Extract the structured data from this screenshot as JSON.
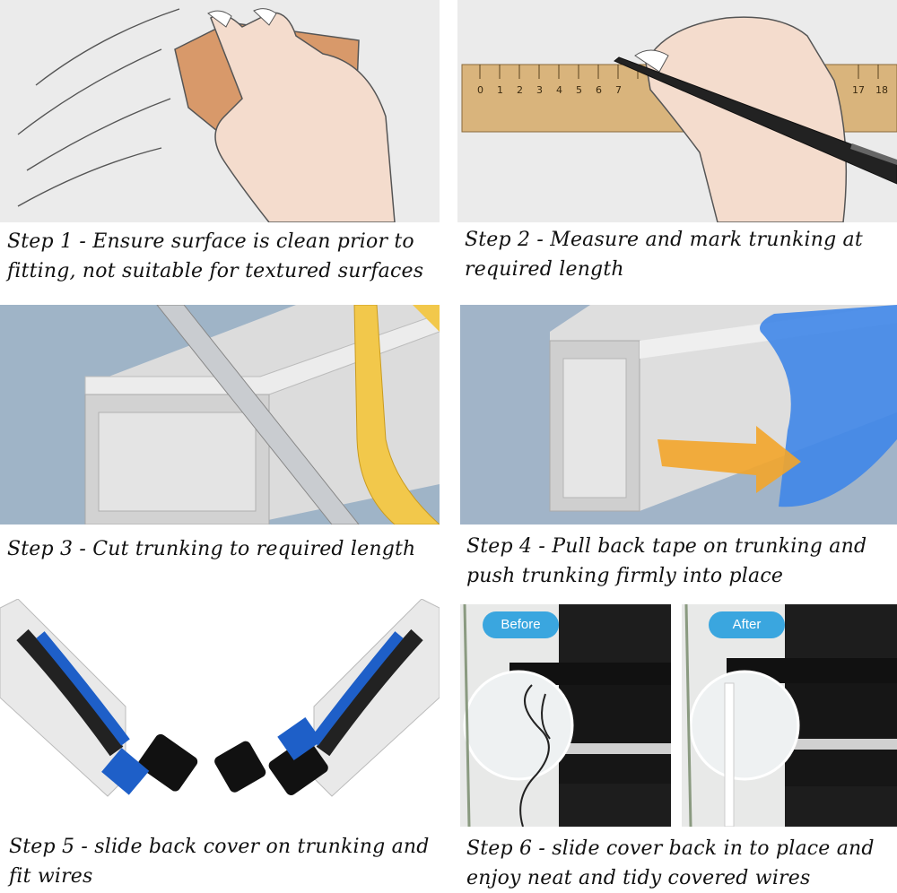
{
  "steps": [
    {
      "caption": "Step 1 - Ensure surface is clean prior to fitting, not suitable for textured surfaces"
    },
    {
      "caption": "Step 2 - Measure and mark trunking at required length"
    },
    {
      "caption": "Step 3 - Cut trunking to required length"
    },
    {
      "caption": "Step 4 - Pull back tape on trunking and push trunking firmly into place"
    },
    {
      "caption": "Step 5 - slide back cover on trunking and fit wires"
    },
    {
      "caption": "Step 6 - slide cover back in to place and enjoy neat and tidy covered wires"
    }
  ],
  "ruler": {
    "ticks": [
      "0",
      "1",
      "2",
      "3",
      "4",
      "5",
      "6",
      "7",
      "17",
      "18"
    ]
  },
  "comparison": {
    "before_label": "Before",
    "after_label": "After"
  },
  "colors": {
    "panel_bg": "#e9e9e9",
    "steel_blue": "#9fb4c7",
    "trunking": "#e6e6e6",
    "handle": "#f2c84b",
    "tape": "#3f86e8",
    "arrow": "#f3a52a",
    "badge": "#3aa6df"
  }
}
